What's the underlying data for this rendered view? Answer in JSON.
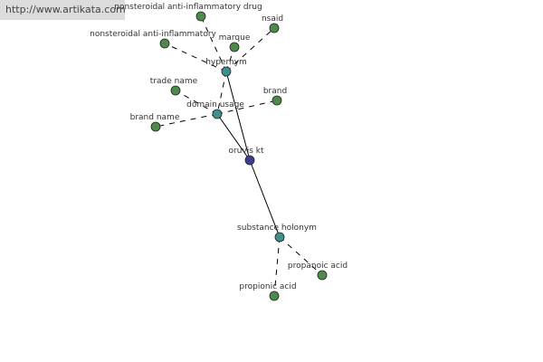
{
  "site_url": "http://www.artikata.com",
  "colors": {
    "leaf": "#4e8a4a",
    "relation": "#3f8f8f",
    "center": "#3a3f8c",
    "edge": "#000000"
  },
  "nodes": {
    "center": "oruvis kt",
    "hypernym": "hypernym",
    "domain_usage": "domain usage",
    "substance_holonym": "substance holonym",
    "nsaid_drug": "nonsteroidal anti-inflammatory drug",
    "nsaid_long": "nonsteroidal anti-inflammatory",
    "marque": "marque",
    "nsaid": "nsaid",
    "trade_name": "trade name",
    "brand": "brand",
    "brand_name": "brand name",
    "propanoic_acid": "propanoic acid",
    "propionic_acid": "propionic acid"
  }
}
